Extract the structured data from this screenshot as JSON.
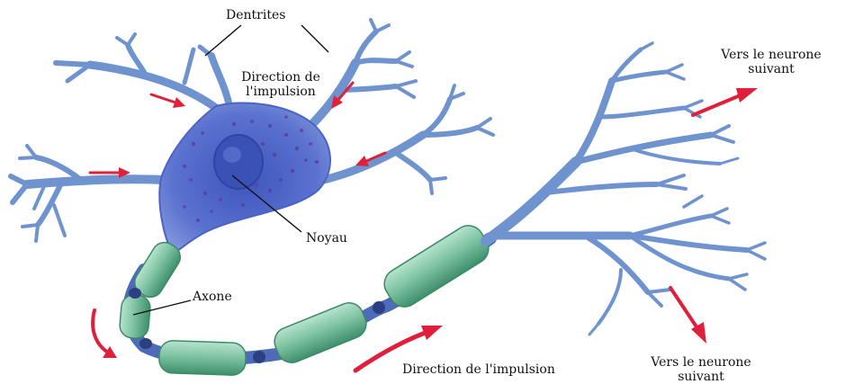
{
  "labels": {
    "dendrites": "Dentrites",
    "direction_top_line1": "Direction de",
    "direction_top_line2": "l'impulsion",
    "next_neuron_top_line1": "Vers le neurone",
    "next_neuron_top_line2": "suivant",
    "nucleus": "Noyau",
    "axon": "Axone",
    "direction_bottom": "Direction de l'impulsion",
    "next_neuron_bottom_line1": "Vers le neurone",
    "next_neuron_bottom_line2": "suivant"
  },
  "colors": {
    "dendrite_blue": "#6f93cf",
    "cell_body_blue": "#4b63c4",
    "nucleus_blue": "#3a52b5",
    "granule_purple": "#5a3f9e",
    "myelin_green": "#7fc4a3",
    "myelin_dark": "#3c8a68",
    "node_navy": "#2c3f80",
    "arrow_red": "#e0203a",
    "text": "#111111"
  }
}
